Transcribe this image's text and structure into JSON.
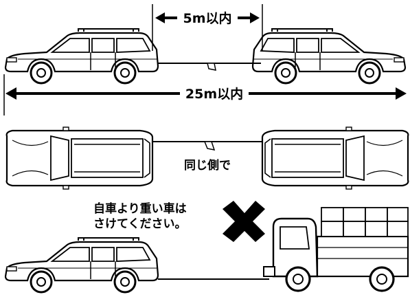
{
  "labels": {
    "gap_limit": "5m以内",
    "total_limit": "25m以内",
    "same_side": "同じ側で",
    "warning_line1": "自車より重い車は",
    "warning_line2": "さけてください。"
  },
  "colors": {
    "ink": "#000000",
    "paper": "#ffffff"
  },
  "icons": {
    "prohibited_mark": "x-mark-icon"
  }
}
